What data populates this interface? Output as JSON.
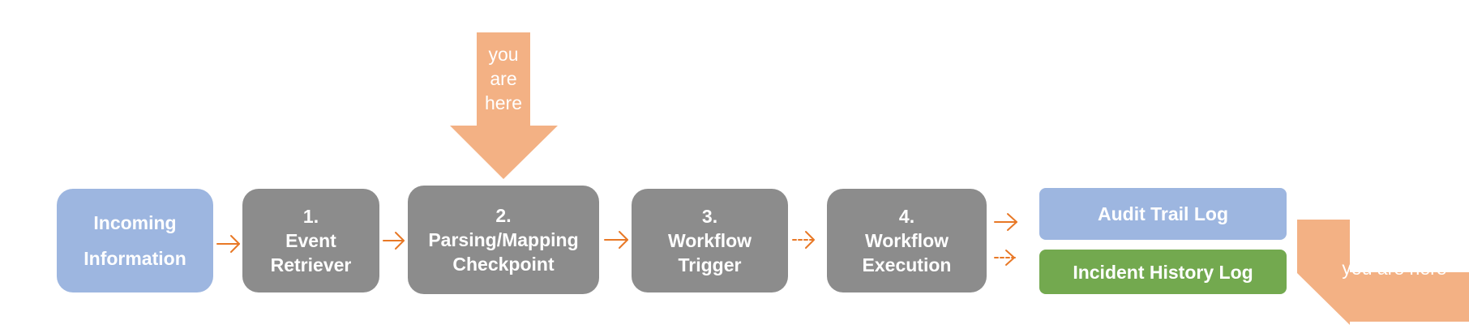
{
  "colors": {
    "input_box": "#9db6e0",
    "step_box": "#8c8c8c",
    "incident_box": "#73a94f",
    "accent": "#f3b184",
    "connector": "#e87826"
  },
  "incoming": {
    "line1": "Incoming",
    "line2": "Information"
  },
  "steps": [
    {
      "number": "1.",
      "line1": "Event",
      "line2": "Retriever"
    },
    {
      "number": "2.",
      "line1": "Parsing/Mapping",
      "line2": "Checkpoint"
    },
    {
      "number": "3.",
      "line1": "Workflow",
      "line2": "Trigger"
    },
    {
      "number": "4.",
      "line1": "Workflow",
      "line2": "Execution"
    }
  ],
  "logs": {
    "audit": "Audit Trail Log",
    "incident": "Incident History Log"
  },
  "markers": {
    "top": {
      "line1": "you",
      "line2": "are",
      "line3": "here"
    },
    "right": "you are here"
  }
}
